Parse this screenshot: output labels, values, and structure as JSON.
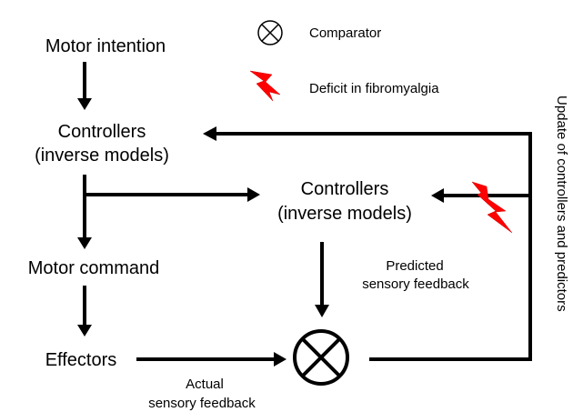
{
  "legend": {
    "comparator_label": "Comparator",
    "deficit_label": "Deficit in fibromyalgia",
    "comparator_icon": "comparator-icon",
    "deficit_icon": "lightning-bolt-icon",
    "deficit_color": "#ff0000"
  },
  "nodes": {
    "motor_intention": "Motor intention",
    "controllers_left_line1": "Controllers",
    "controllers_left_line2": "(inverse models)",
    "controllers_center_line1": "Controllers",
    "controllers_center_line2": "(inverse models)",
    "motor_command": "Motor command",
    "effectors": "Effectors"
  },
  "edge_labels": {
    "predicted_line1": "Predicted",
    "predicted_line2": "sensory feedback",
    "actual_line1": "Actual",
    "actual_line2": "sensory feedback",
    "update_loop": "Update of controllers and predictors"
  }
}
